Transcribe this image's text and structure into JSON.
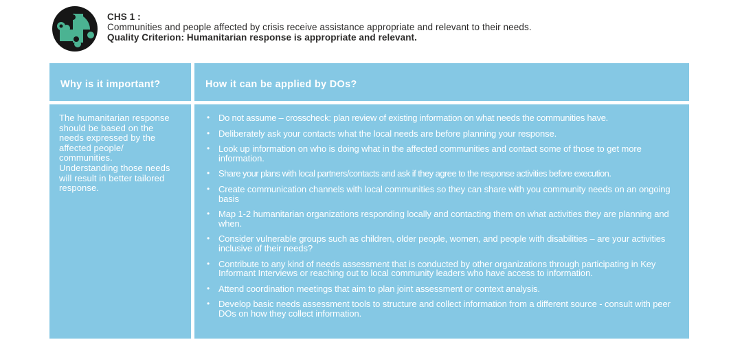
{
  "header": {
    "title": "CHS 1 :",
    "description": "Communities and people affected by crisis receive assistance appropriate and relevant to their needs.",
    "quality_criterion": "Quality Criterion: Humanitarian response is appropriate and relevant.",
    "logo": "chs-puzzle-logo"
  },
  "table": {
    "bullet_glyph": "•",
    "columns": [
      {
        "header": "Why is it important?"
      },
      {
        "header": "How it can be applied by DOs?"
      }
    ],
    "why_important": "The humanitarian response should be based on the needs expressed by the affected people/ communities. Understanding those needs will result in better tailored response.",
    "how_applied_bullets": [
      "Do not assume – crosscheck: plan review of existing information on what needs the communities have.",
      "Deliberately ask your contacts what the local needs are before planning your response.",
      "Look up information on who is doing what in the affected communities and contact some of those to get more information.",
      "Share your plans with local partners/contacts and ask if they agree to the response activities before execution.",
      "Create communication channels with local communities so they can share with you community needs on an ongoing basis",
      "Map 1-2 humanitarian organizations responding locally and contacting them on what activities they are planning and when.",
      "Consider vulnerable groups such as children, older people, women, and people with disabilities – are your activities inclusive of their needs?",
      "Contribute to any kind of needs assessment that is conducted by other organizations through participating in Key Informant Interviews or reaching out to local community leaders who have access to information.",
      "Attend coordination meetings that aim to plan joint assessment or context analysis.",
      "Develop basic needs assessment tools to structure and collect information from a different source - consult with peer DOs on how they collect information."
    ]
  },
  "colors": {
    "cell_blue": "#85C8E4",
    "heading_dark": "#2B2A29",
    "text_white": "#FFFFFF",
    "logo_teal": "#4BB392",
    "logo_black": "#161616"
  }
}
